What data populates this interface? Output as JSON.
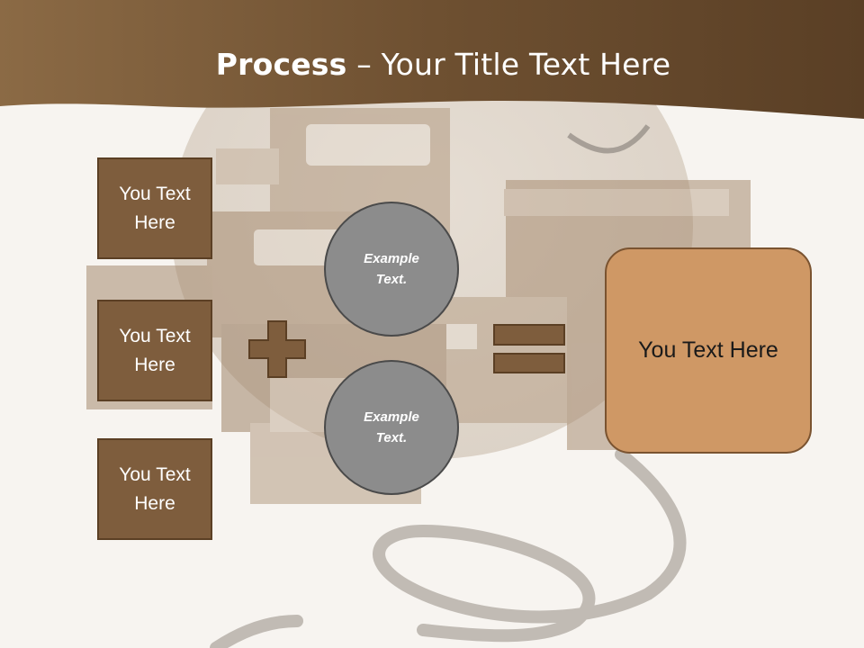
{
  "slide": {
    "title_bold": "Process",
    "title_dash": " – ",
    "title_rest": "Your Title Text Here"
  },
  "inputs": [
    {
      "label": "You Text Here"
    },
    {
      "label": "You Text Here"
    },
    {
      "label": "You Text Here"
    }
  ],
  "circles": [
    {
      "label": "Example Text."
    },
    {
      "label": "Example Text."
    }
  ],
  "result": {
    "label": "You Text Here"
  },
  "colors": {
    "header_brown": "#6e5031",
    "box_fill": "#7e5d3d",
    "circle_fill": "#8c8c8c",
    "result_fill": "#cf9865"
  },
  "icons": {
    "plus": "plus-icon",
    "equals": "equals-icon"
  }
}
